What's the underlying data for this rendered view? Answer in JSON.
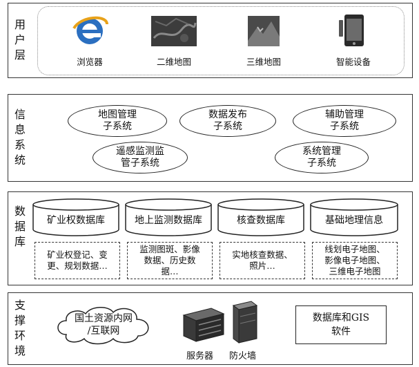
{
  "layers": {
    "user": {
      "label": [
        "用",
        "户",
        "层"
      ],
      "items": [
        {
          "label": "浏览器",
          "icon": "browser-icon"
        },
        {
          "label": "二维地图",
          "icon": "2d-map-icon"
        },
        {
          "label": "三维地图",
          "icon": "3d-map-icon"
        },
        {
          "label": "智能设备",
          "icon": "smart-device-icon"
        }
      ]
    },
    "info": {
      "label": [
        "信",
        "息",
        "系",
        "统"
      ],
      "subsystems": [
        {
          "line1": "地图管理",
          "line2": "子系统"
        },
        {
          "line1": "数据发布",
          "line2": "子系统"
        },
        {
          "line1": "辅助管理",
          "line2": "子系统"
        },
        {
          "line1": "遥感监测监",
          "line2": "管子系统"
        },
        {
          "line1": "系统管理",
          "line2": "子系统"
        }
      ]
    },
    "db": {
      "label": [
        "数",
        "据",
        "库"
      ],
      "databases": [
        {
          "name": "矿业权数据库",
          "line1": "矿业权登记、变",
          "line2": "更、规划数据…",
          "line3": ""
        },
        {
          "name": "地上监测数据库",
          "line1": "监测图斑、影像",
          "line2": "数据、历史数",
          "line3": "据…"
        },
        {
          "name": "核查数据库",
          "line1": "实地核查数据、",
          "line2": "照片…",
          "line3": ""
        },
        {
          "name": "基础地理信息",
          "line1": "线划电子地图、",
          "line2": "影像电子地图、",
          "line3": "三维电子地图"
        }
      ]
    },
    "env": {
      "label": [
        "支",
        "撑",
        "环",
        "境"
      ],
      "network_line1": "国土资源内网",
      "network_line2": "/互联网",
      "server_label": "服务器",
      "firewall_label": "防火墙",
      "software_line1": "数据库和GIS",
      "software_line2": "软件"
    }
  }
}
